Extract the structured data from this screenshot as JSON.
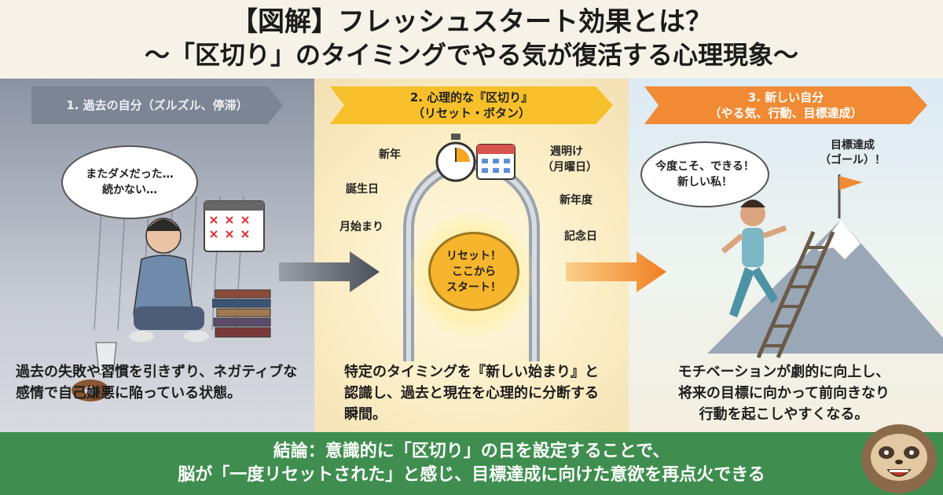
{
  "header": {
    "title": "【図解】フレッシュスタート効果とは？",
    "subtitle": "〜「区切り」のタイミングでやる気が復活する心理現象〜"
  },
  "panels": [
    {
      "banner": "1. 過去の自分（ズルズル、停滞）",
      "bubble": [
        "またダメだった…",
        "続かない…"
      ],
      "desc": "過去の失敗や習慣を引きずり、ネガティブな感情で自己嫌悪に陥っている状態。"
    },
    {
      "banner": [
        "2. 心理的な『区切り』",
        "（リセット・ボタン）"
      ],
      "triggers": [
        "新年",
        "誕生日",
        "月始まり",
        "週明け",
        "（月曜日）",
        "新年度",
        "記念日"
      ],
      "button": [
        "リセット！",
        "ここから",
        "スタート！"
      ],
      "desc": "特定のタイミングを『新しい始まり』と認識し、過去と現在を心理的に分断する瞬間。"
    },
    {
      "banner": [
        "3. 新しい自分",
        "（やる気、行動、目標達成）"
      ],
      "bubble": [
        "今度こそ、できる！",
        "新しい私！"
      ],
      "goal": [
        "目標達成",
        "（ゴール）！"
      ],
      "desc": [
        "モチベーションが劇的に向上し、",
        "将来の目標に向かって前向きなり",
        "行動を起こしやすくなる。"
      ]
    }
  ],
  "conclusion": {
    "line1": "結論：意識的に「区切り」の日を設定することで、",
    "line2": "脳が「一度リセットされた」と感じ、目標達成に向けた意欲を再点火できる"
  },
  "colors": {
    "past": "#7b8596",
    "reset": "#f7c02a",
    "future": "#f08a34",
    "conclusion": "#3f8e4f"
  },
  "icons": [
    "rain-cloud-icon",
    "calendar-crossed-icon",
    "stopwatch-icon",
    "calendar-icon",
    "reset-button-icon",
    "goal-flag-icon",
    "sloth-mascot-icon"
  ]
}
